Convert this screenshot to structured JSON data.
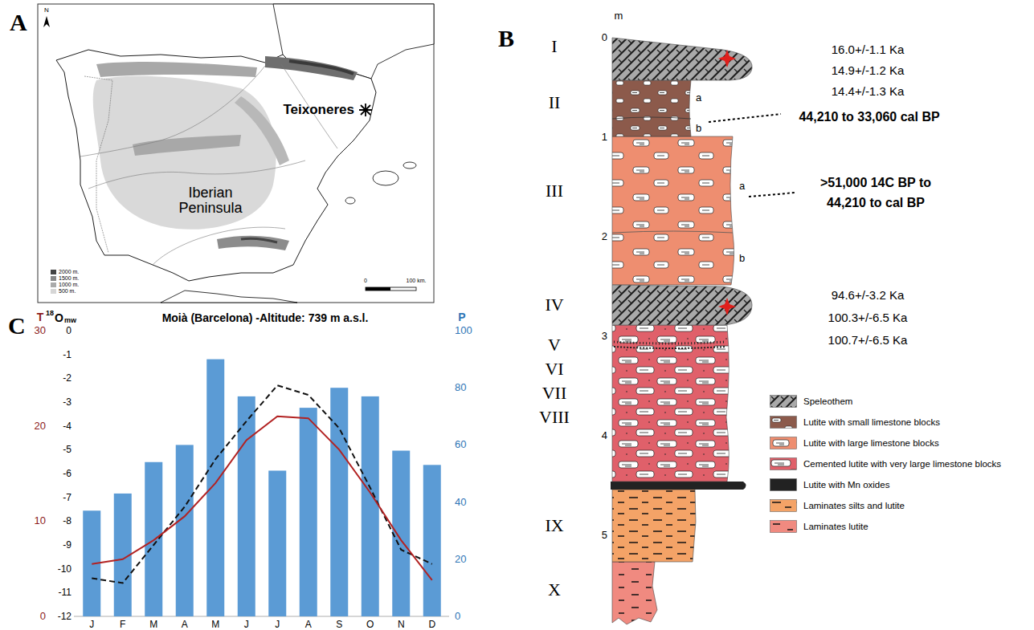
{
  "diagram": {
    "labels": [
      "A",
      "N",
      "Teixoneres",
      "Iberian Peninsula",
      "2000 m.",
      "1500 m.",
      "1000 m.",
      "500 m.",
      "0",
      "100 km.",
      "B",
      "m",
      "0",
      "1",
      "2",
      "3",
      "4",
      "5",
      "I",
      "II",
      "III",
      "IV",
      "V",
      "VI",
      "VII",
      "VIII",
      "IX",
      "X",
      "a",
      "b",
      "a",
      "b",
      "16.0+/-1.1 Ka",
      "14.9+/-1.2 Ka",
      "14.4+/-1.3 Ka",
      "44,210 to 33,060 cal BP",
      ">51,000 14C BP to",
      "44,210 to cal BP",
      "94.6+/-3.2 Ka",
      "100.3+/-6.5 Ka",
      "100.7+/-6.5 Ka",
      "C",
      "T",
      "18",
      "O",
      "mw",
      "Moià (Barcelona) -Altitude: 739 m a.s.l.",
      "P",
      "30",
      "20",
      "10",
      "0",
      "0",
      "-1",
      "-2",
      "-3",
      "-4",
      "-5",
      "-6",
      "-7",
      "-8",
      "-9",
      "-10",
      "-11",
      "-12",
      "100",
      "80",
      "60",
      "40",
      "20",
      "0",
      "J",
      "F",
      "M",
      "A",
      "M",
      "J",
      "J",
      "A",
      "S",
      "O",
      "N",
      "D"
    ],
    "legend": [
      {
        "text": "Speleothem"
      },
      {
        "text": "Lutite with small limestone blocks"
      },
      {
        "text": "Lutite with large limestone blocks"
      },
      {
        "text": "Cemented lutite with very large limestone blocks"
      },
      {
        "text": "Lutite with Mn oxides",
        "color": "#222222"
      },
      {
        "text": "Laminates silts and lutite"
      },
      {
        "text": "Laminates lutite"
      }
    ]
  }
}
